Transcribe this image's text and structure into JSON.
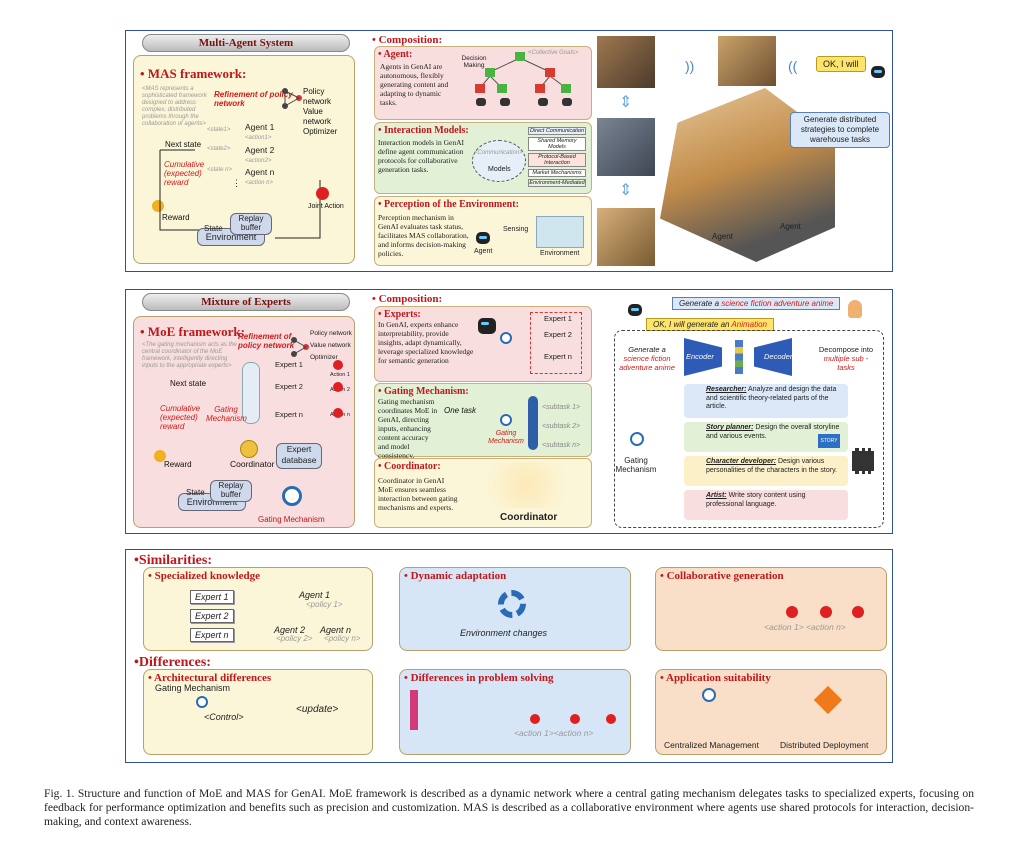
{
  "mas": {
    "pill": "Multi-Agent System",
    "framework_title": "• MAS framework:",
    "framework_desc": "<MAS represents a sophisticated framework designed to address complex, distributed problems through the collaboration of agents>",
    "refinement": "Refinement of policy network",
    "policy_labels": [
      "Policy network",
      "Value network",
      "Optimizer"
    ],
    "agents": [
      {
        "name": "Agent 1",
        "action": "<action1>",
        "state": "<state1>"
      },
      {
        "name": "Agent 2",
        "action": "<action2>",
        "state": "<state2>"
      },
      {
        "name": "Agent n",
        "action": "<action n>",
        "state": "<state n>"
      }
    ],
    "next_state": "Next state",
    "cumulative": "Cumulative (expected) reward",
    "reward": "Reward",
    "state": "State",
    "replay": "Replay buffer",
    "environment": "Environment",
    "joint_action": "Joint Action",
    "composition": "• Composition:",
    "agent_title": "• Agent:",
    "agent_text": "Agents in GenAI are autonomous, flexibly generating content and adapting to dynamic tasks.",
    "decision_making": "Decision Making",
    "collective_goals": "<Collective Goals>",
    "interaction_title": "• Interaction Models:",
    "interaction_text": "Interaction models in GenAI define agent communication protocols for collaborative generation tasks.",
    "interaction_models": [
      "Direct Communication",
      "Shared Memory Models",
      "Protocol-Based Interaction",
      "Market Mechanisms",
      "Environment-Mediated"
    ],
    "communication": "<Communication>",
    "models": "Models",
    "perception_title": "• Perception of the Environment:",
    "perception_text": "Perception mechanism in GenAI evaluates task status, facilitates MAS collaboration, and informs decision-making policies.",
    "sensing": "Sensing",
    "agent_label": "Agent",
    "ok_bubble": "OK, I will",
    "warehouse_bubble": "Generate distributed strategies to complete warehouse tasks"
  },
  "moe": {
    "pill": "Mixture of Experts",
    "framework_title": "• MoE framework:",
    "framework_desc": "<The gating mechanism acts as the central coordinator of the MoE framework, intelligently directing inputs to the appropriate experts>",
    "refinement": "Refinement of policy network",
    "policy_labels": [
      "Policy network",
      "Value network",
      "Optimizer"
    ],
    "experts": [
      "Expert 1",
      "Expert 2",
      "Expert n"
    ],
    "actions": [
      "Action 1",
      "Action 2",
      "Action n"
    ],
    "next_state": "Next state",
    "cumulative": "Cumulative (expected) reward",
    "gating": "Gating Mechanism",
    "coordinator": "Coordinator",
    "expert_db": "Expert database",
    "reward": "Reward",
    "state": "State",
    "replay": "Replay buffer",
    "environment": "Environment",
    "gating_bottom": "Gating Mechanism",
    "composition": "• Composition:",
    "experts_title": "• Experts:",
    "experts_text": "In GenAI, experts enhance interpretability, provide insights, adapt dynamically, leverage specialized knowledge for semantic generation",
    "gating_title": "• Gating Mechanism:",
    "gating_text": "Gating mechanism coordinates MoE in GenAI, directing inputs, enhancing content accuracy and model consistency.",
    "one_task": "One task",
    "subtasks": [
      "<subtask 1>",
      "<subtask 2>",
      "<subtask n>"
    ],
    "coordinator_title": "• Coordinator:",
    "coordinator_text": "Coordinator in GenAI MoE ensures seamless interaction between gating mechanisms and experts.",
    "coordinator_label": "Coordinator",
    "prompt_bubble_prefix": "Generate a ",
    "prompt_bubble_highlight": "science fiction adventure anime",
    "reply_prefix": "OK, I will generate an ",
    "reply_highlight": "Animation",
    "gen_prefix": "Generate a",
    "gen_highlight": "science fiction adventure anime",
    "encoder": "Encoder",
    "decoder": "Decoder",
    "decompose_prefix": "Decompose into",
    "decompose_highlight": "multiple sub -tasks",
    "gating_right": "Gating Mechanism",
    "roles": [
      {
        "name": "Researcher:",
        "text": "Analyze and design the data and scientific theory-related parts of the article."
      },
      {
        "name": "Story planner:",
        "text": "Design the overall storyline and various events."
      },
      {
        "name": "Character developer:",
        "text": "Design various personalities of the characters in the story."
      },
      {
        "name": "Artist:",
        "text": "Write story content using professional language."
      }
    ],
    "story": "STORY"
  },
  "bottom": {
    "similarities": "•Similarities:",
    "differences": "•Differences:",
    "specialized": "• Specialized knowledge",
    "experts": [
      "Expert 1",
      "Expert 2",
      "Expert n"
    ],
    "agent1": "Agent 1",
    "policy1": "<policy 1>",
    "agent2": "Agent 2",
    "agentn": "Agent n",
    "policy2": "<policy 2>",
    "policyn": "<policy n>",
    "dynamic": "• Dynamic adaptation",
    "env_changes": "Environment changes",
    "collaborative": "• Collaborative generation",
    "collab_actions": "<action 1> <action n>",
    "arch": "• Architectural differences",
    "gating": "Gating Mechanism",
    "control": "<Control>",
    "update": "<update>",
    "problem": "• Differences in problem solving",
    "problem_actions": "<action 1><action n>",
    "app": "• Application suitability",
    "centralized": "Centralized Management",
    "distributed": "Distributed Deployment"
  },
  "caption": "Fig. 1.  Structure and function of MoE and MAS for GenAI. MoE framework is described as a dynamic network where a central gating mechanism delegates tasks to specialized experts, focusing on feedback for performance optimization and benefits such as precision and customization. MAS is described as a collaborative environment where agents use shared protocols for interaction, decision-making, and context awareness."
}
